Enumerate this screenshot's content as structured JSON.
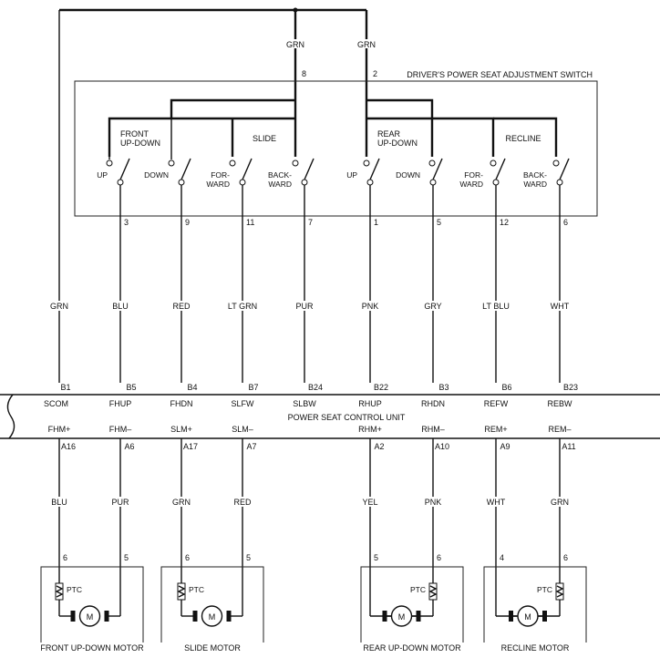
{
  "switch_title": "DRIVER'S POWER SEAT ADJUSTMENT SWITCH",
  "unit_title": "POWER SEAT CONTROL UNIT",
  "feed": [
    {
      "color": "GRN",
      "pin": "8"
    },
    {
      "color": "GRN",
      "pin": "2"
    }
  ],
  "groups": [
    "FRONT\nUP-DOWN",
    "SLIDE",
    "REAR\nUP-DOWN",
    "RECLINE"
  ],
  "switches": [
    {
      "label": "UP",
      "pin": "3",
      "wire": "BLU",
      "terminal": "B5",
      "signal": "FHUP"
    },
    {
      "label": "DOWN",
      "pin": "9",
      "wire": "RED",
      "terminal": "B4",
      "signal": "FHDN"
    },
    {
      "label": "FOR-\nWARD",
      "pin": "11",
      "wire": "LT GRN",
      "terminal": "B7",
      "signal": "SLFW"
    },
    {
      "label": "BACK-\nWARD",
      "pin": "7",
      "wire": "PUR",
      "terminal": "B24",
      "signal": "SLBW"
    },
    {
      "label": "UP",
      "pin": "1",
      "wire": "PNK",
      "terminal": "B22",
      "signal": "RHUP"
    },
    {
      "label": "DOWN",
      "pin": "5",
      "wire": "GRY",
      "terminal": "B3",
      "signal": "RHDN"
    },
    {
      "label": "FOR-\nWARD",
      "pin": "12",
      "wire": "LT BLU",
      "terminal": "B6",
      "signal": "REFW"
    },
    {
      "label": "BACK-\nWARD",
      "pin": "6",
      "wire": "WHT",
      "terminal": "B23",
      "signal": "REBW"
    }
  ],
  "scom": {
    "wire": "GRN",
    "terminal": "B1",
    "signal": "SCOM"
  },
  "outputs": [
    {
      "signal": "FHM+",
      "terminal": "A16",
      "wire": "BLU",
      "pin": "6"
    },
    {
      "signal": "FHM–",
      "terminal": "A6",
      "wire": "PUR",
      "pin": "5"
    },
    {
      "signal": "SLM+",
      "terminal": "A17",
      "wire": "GRN",
      "pin": "6"
    },
    {
      "signal": "SLM–",
      "terminal": "A7",
      "wire": "RED",
      "pin": "5"
    },
    {
      "signal": "RHM+",
      "terminal": "A2",
      "wire": "YEL",
      "pin": "5"
    },
    {
      "signal": "RHM–",
      "terminal": "A10",
      "wire": "PNK",
      "pin": "6"
    },
    {
      "signal": "REM+",
      "terminal": "A9",
      "wire": "WHT",
      "pin": "4"
    },
    {
      "signal": "REM–",
      "terminal": "A11",
      "wire": "GRN",
      "pin": "6"
    }
  ],
  "motors": [
    {
      "name": "FRONT UP-DOWN MOTOR",
      "ptc": "PTC",
      "m": "M"
    },
    {
      "name": "SLIDE MOTOR",
      "ptc": "PTC",
      "m": "M"
    },
    {
      "name": "REAR UP-DOWN MOTOR",
      "ptc": "PTC",
      "m": "M"
    },
    {
      "name": "RECLINE MOTOR",
      "ptc": "PTC",
      "m": "M"
    }
  ]
}
